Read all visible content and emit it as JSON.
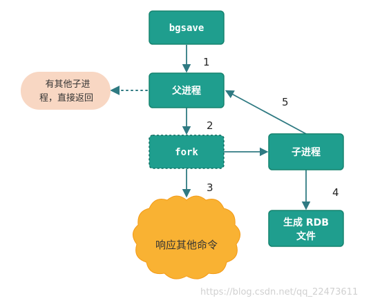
{
  "nodes": {
    "bgsave": "bgsave",
    "parent": "父进程",
    "fork": "fork",
    "child": "子进程",
    "generate_line1": "生成 RDB",
    "generate_line2": "文件",
    "respond": "响应其他命令",
    "return_line1": "有其他子进",
    "return_line2": "程，直接返回"
  },
  "steps": [
    "1",
    "2",
    "3",
    "4",
    "5"
  ],
  "watermark": "https://blog.csdn.net/qq_22473611",
  "colors": {
    "node": "#1f9e8e",
    "node_border": "#16836f",
    "cloud": "#f9b233",
    "return_bubble": "#f8d7c3",
    "arrow": "#2f7a82"
  }
}
